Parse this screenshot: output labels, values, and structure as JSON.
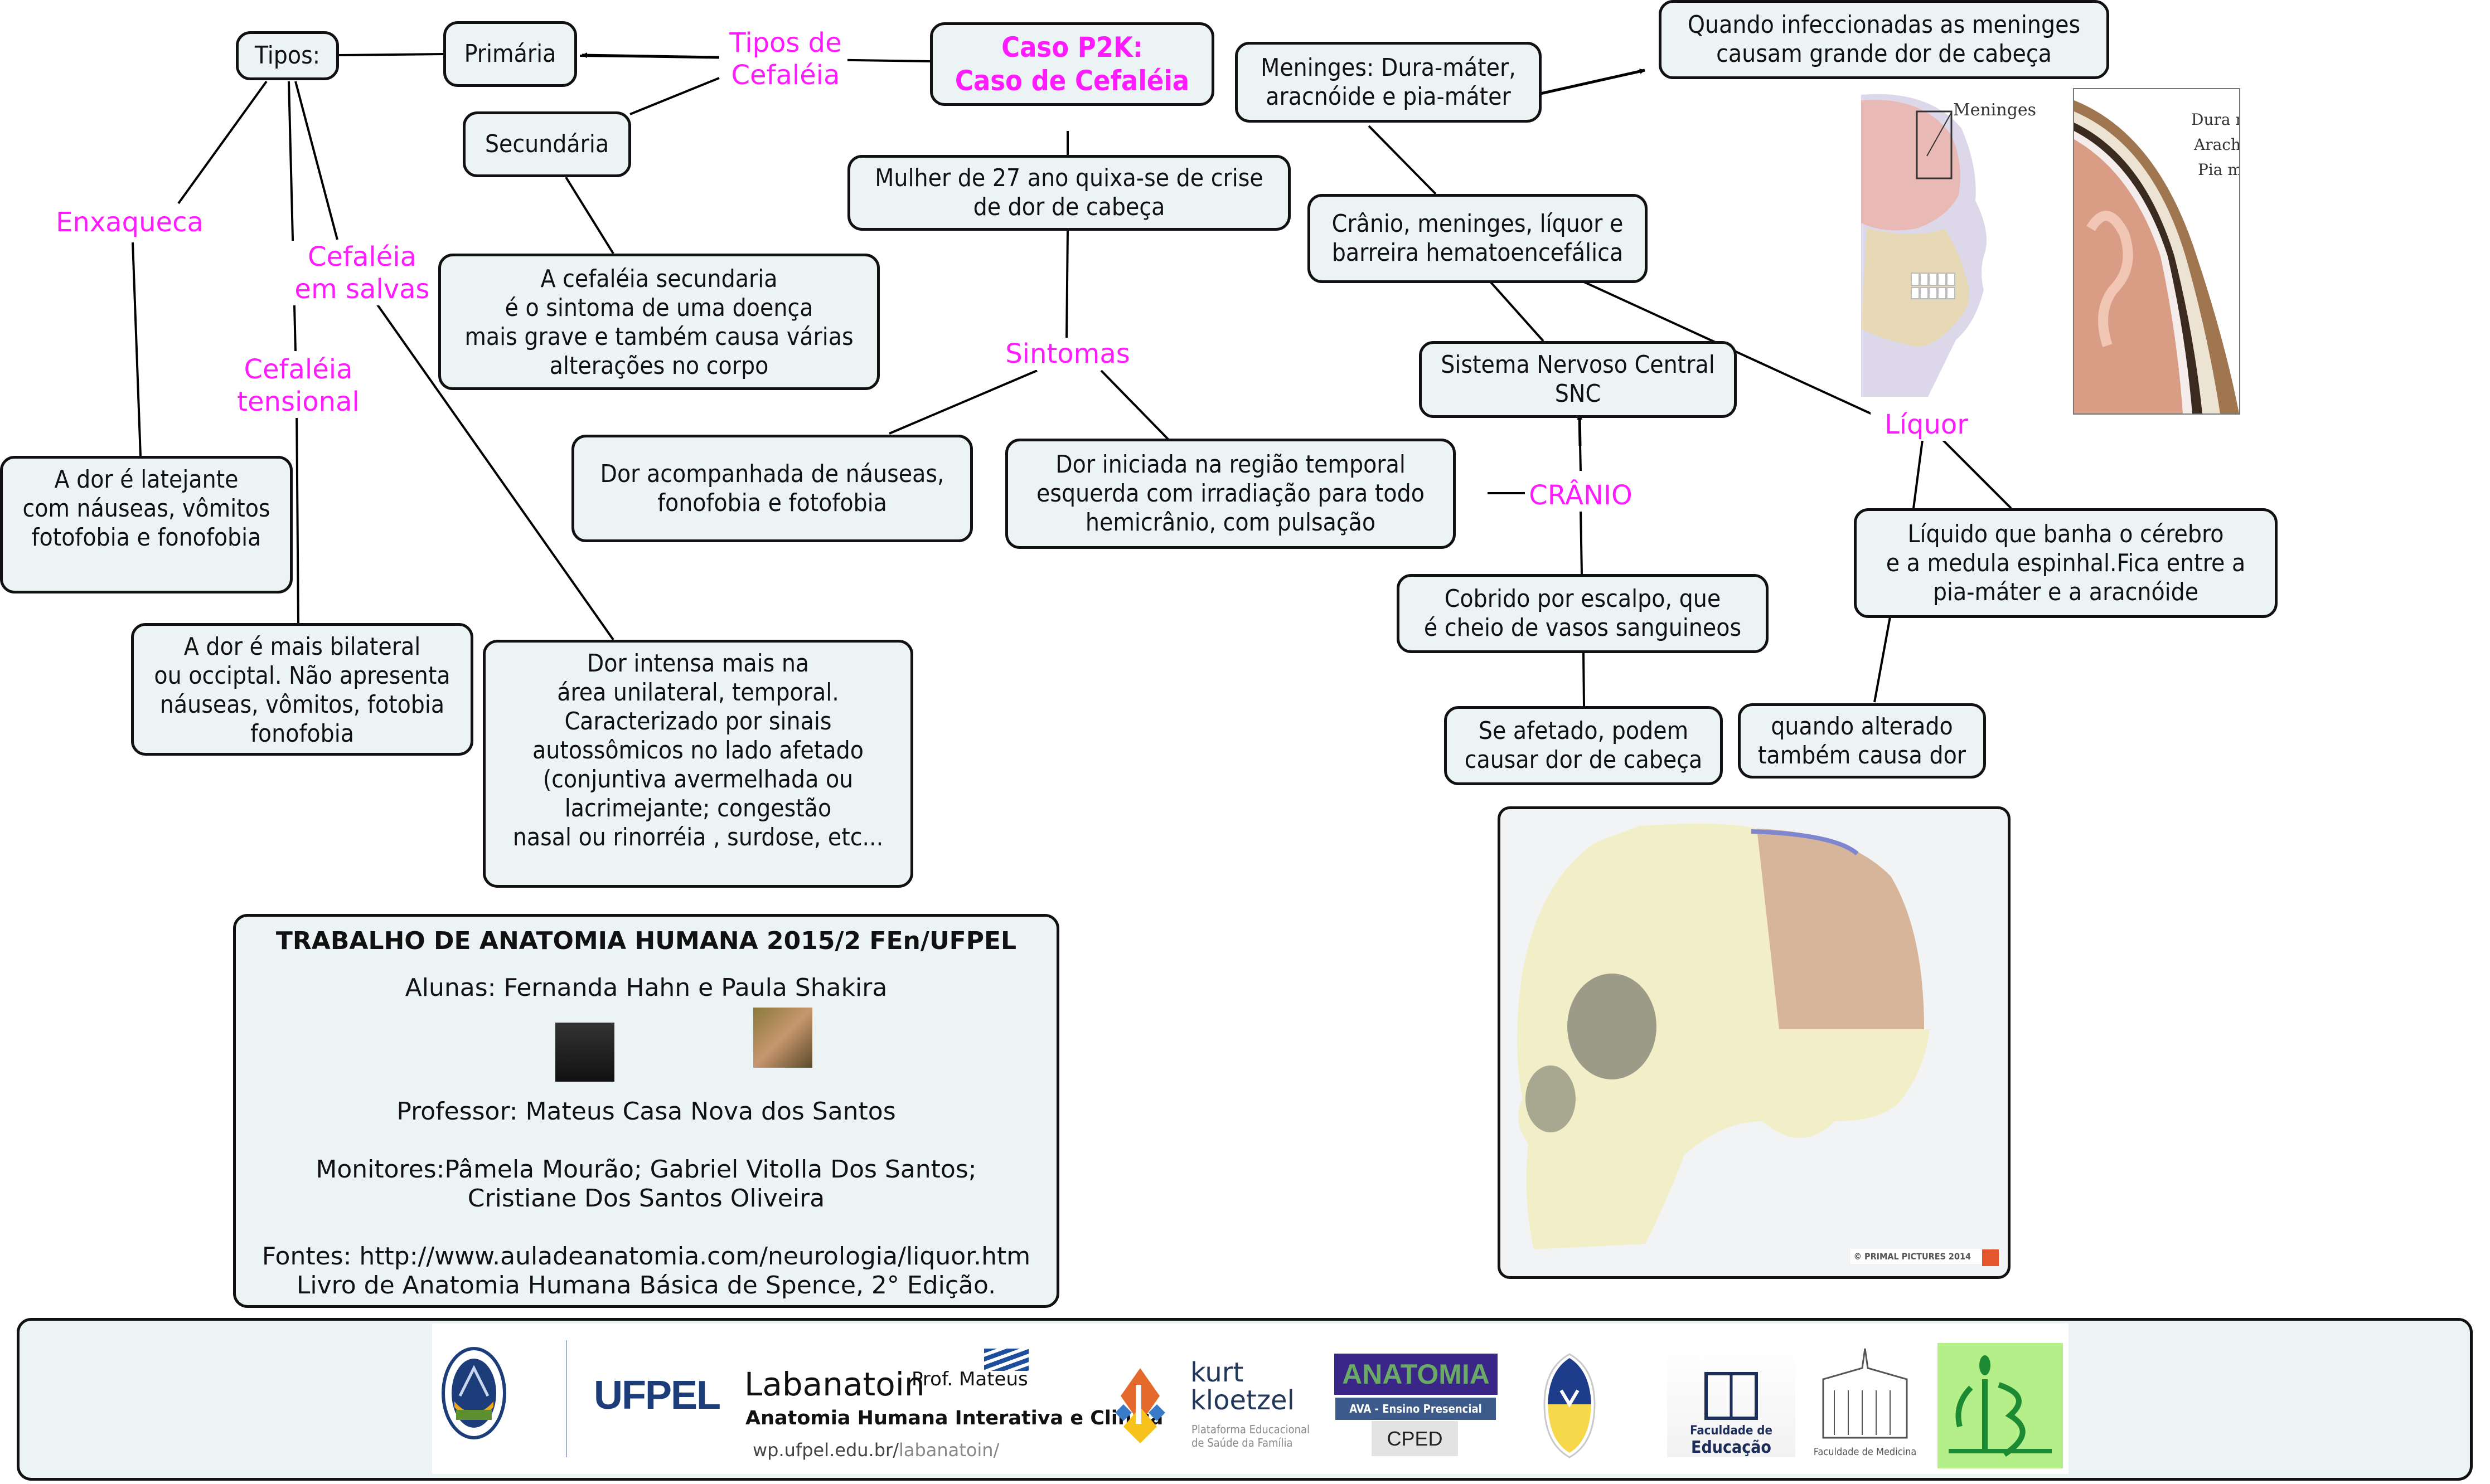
{
  "map": {
    "root": {
      "line1": "Caso P2K:",
      "line2": "Caso de Cefaléia"
    },
    "nodes": {
      "tipos": "Tipos:",
      "primaria": "Primária",
      "secundaria": "Secundária",
      "secundaria_desc": "A cefaléia secundaria\né o sintoma de uma doença\nmais grave e também causa várias\nalterações no corpo",
      "caso_desc": "Mulher de 27 ano quixa-se de crise\nde dor de cabeça",
      "enxaqueca_desc": "A dor é latejante\ncom náuseas, vômitos\nfotofobia e fonofobia",
      "tensional_desc": "A dor é mais bilateral\nou occiptal. Não apresenta\nnáuseas, vômitos, fotobia\nfonofobia",
      "salvas_desc": "Dor intensa mais na\nárea unilateral, temporal.\nCaracterizado por sinais\nautossômicos no lado afetado\n(conjuntiva avermelhada ou\nlacrimejante; congestão\nnasal ou rinorréia , surdose, etc...",
      "sintoma1": "Dor acompanhada de náuseas,\nfonofobia e fotofobia",
      "sintoma2": "Dor iniciada na região temporal\nesquerda com irradiação para todo\nhemicrânio, com pulsação",
      "meninges": "Meninges: Dura-máter,\naracnóide e pia-máter",
      "meninges_infec": "Quando infeccionadas as meninges\ncausam grande dor de cabeça",
      "cranio_meninges": "Crânio, meninges, líquor e\nbarreira hematoencefálica",
      "snc": "Sistema Nervoso Central\nSNC",
      "escalpo": "Cobrido por escalpo, que\né cheio de vasos sanguineos",
      "afetado": "Se afetado, podem\ncausar dor de cabeça",
      "liquido": "Líquido que banha o cérebro\ne a medula espinhal.Fica entre a\npia-máter e a aracnóide",
      "alterado": "quando alterado\ntambém causa dor"
    },
    "labels": {
      "tipos_de_cefaleia": "Tipos de\nCefaléia",
      "enxaqueca": "Enxaqueca",
      "salvas": "Cefaléia\nem salvas",
      "tensional": "Cefaléia\ntensional",
      "sintomas": "Sintomas",
      "cranio": "CRÂNIO",
      "liquor": "Líquor"
    },
    "colors": {
      "link_label": "#ff1aff",
      "node_fill": "#ebf3f5",
      "node_border": "#111111"
    }
  },
  "images": {
    "meninges_head": {
      "caption": "Meninges"
    },
    "meninges_layers": {
      "captions": [
        "Dura mater",
        "Arachnoid",
        "Pia mater"
      ]
    },
    "skull_3d": {
      "credit": "© PRIMAL PICTURES 2014"
    }
  },
  "credits": {
    "title": "TRABALHO DE ANATOMIA HUMANA 2015/2 FEn/UFPEL",
    "students": "Alunas: Fernanda Hahn e Paula Shakira",
    "professor": "Professor: Mateus Casa Nova dos Santos",
    "monitors_1": "Monitores:Pâmela Mourão; Gabriel Vitolla Dos Santos;",
    "monitors_2": "Cristiane Dos Santos Oliveira",
    "sources_1": "Fontes: http://www.auladeanatomia.com/neurologia/liquor.htm",
    "sources_2": "Livro de Anatomia Humana Básica de Spence,  2° Edição."
  },
  "footer": {
    "ufpel": "UFPEL",
    "labanatoin": "Labanatoin",
    "prof": "Prof. Mateus",
    "labanatoin_sub": "Anatomia Humana Interativa e Clinica",
    "labanatoin_url_1": "wp.ufpel.edu.br/",
    "labanatoin_url_2": "labanatoin/",
    "kurt_1": "kurt",
    "kurt_2": "kloetzel",
    "kurt_sub_1": "Plataforma Educacional",
    "kurt_sub_2": "de Saúde da Família",
    "anatomia": "ANATOMIA",
    "ava": "AVA - Ensino Presencial",
    "cped": "CPED",
    "fae_1": "Faculdade de",
    "fae_2": "Educação",
    "medicina": "Faculdade de Medicina"
  }
}
